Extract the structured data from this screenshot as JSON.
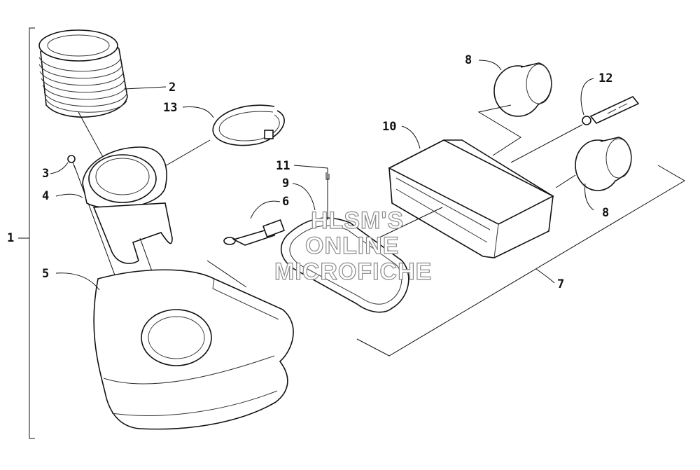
{
  "callouts": {
    "c1": "1",
    "c2": "2",
    "c3": "3",
    "c4": "4",
    "c5": "5",
    "c6": "6",
    "c7": "7",
    "c8a": "8",
    "c8b": "8",
    "c9": "9",
    "c10": "10",
    "c11": "11",
    "c12": "12",
    "c13": "13"
  },
  "watermark": {
    "line1": "HLSM'S",
    "line2": "ONLINE",
    "line3": "MICROFICHE"
  }
}
